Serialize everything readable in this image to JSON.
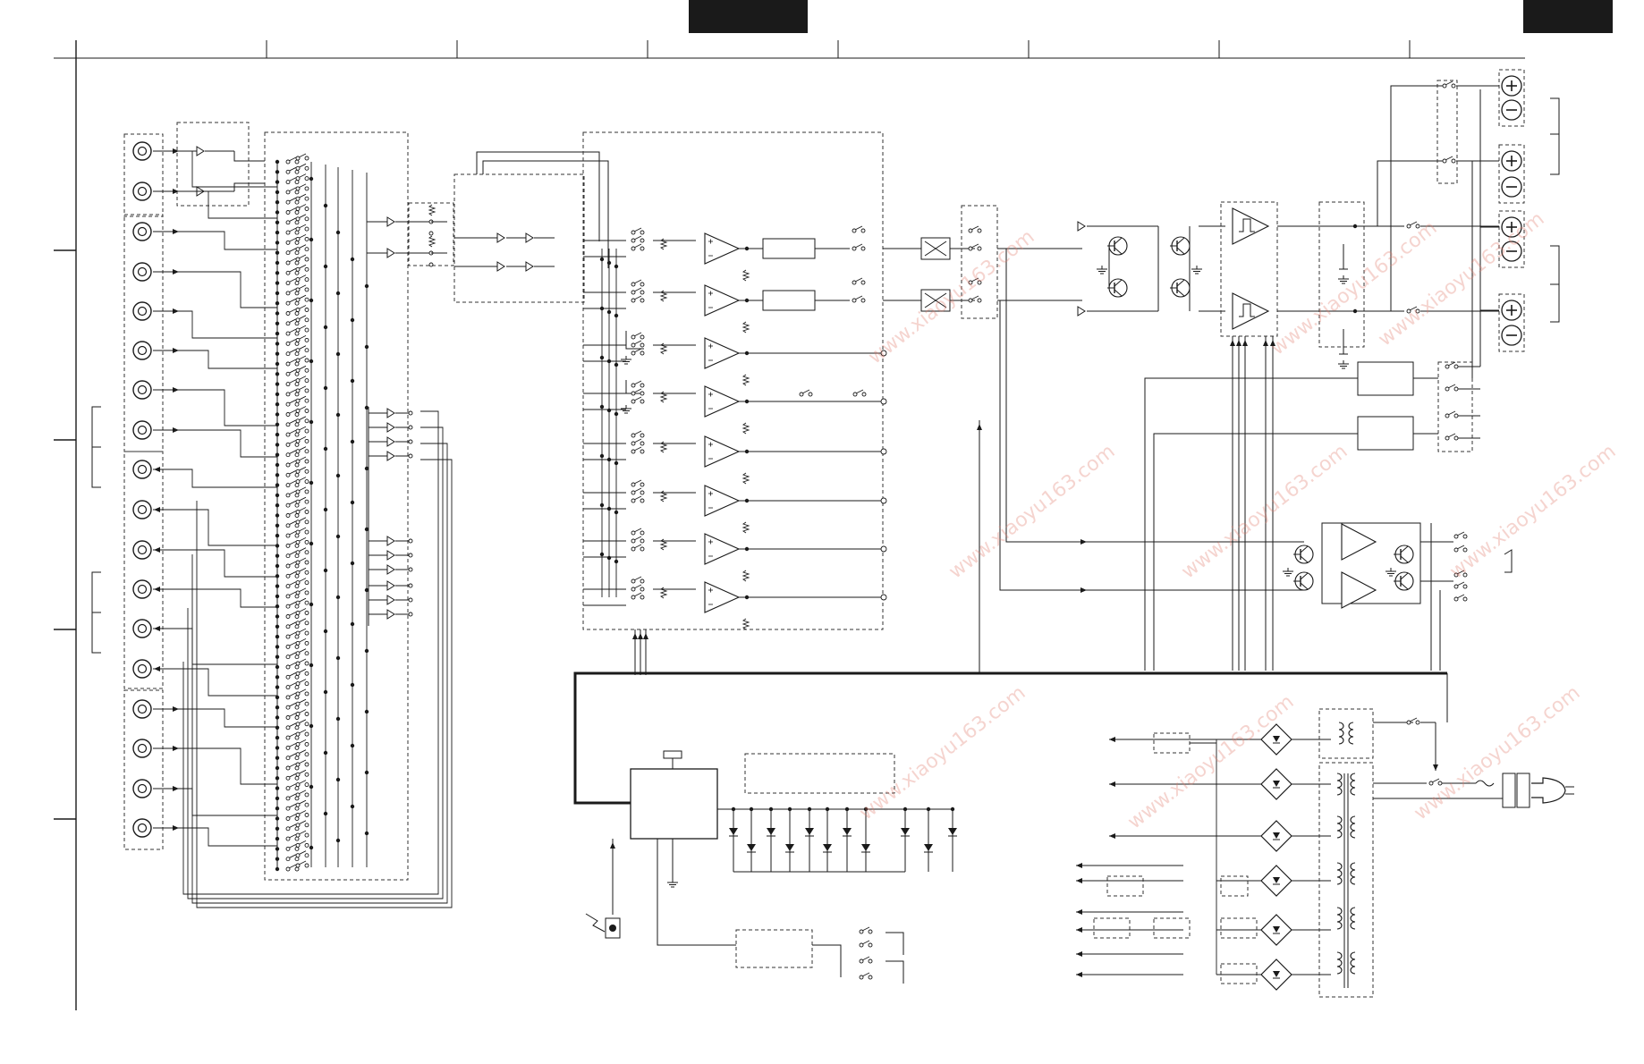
{
  "watermark": {
    "text": "www.xiaoyu163.com",
    "color": "#e07868"
  },
  "colors": {
    "line": "#1a1a1a",
    "header_block": "#1a1a1a",
    "dashed": "#333333",
    "background": "#ffffff"
  },
  "header": {
    "column_count": 8,
    "row_count": 4
  },
  "sections": [
    "input-jacks",
    "input-buffers",
    "input-selector-switch-matrix",
    "rec-out-buffers",
    "tone-volume-opamps",
    "speaker-relay-block",
    "power-amplifier",
    "protection-block",
    "speaker-terminals",
    "headphone-amplifier",
    "control-bus",
    "microcontroller",
    "display",
    "led-indicators",
    "remote-sensor",
    "power-supply-rectifiers",
    "power-transformer",
    "ac-inlet"
  ]
}
